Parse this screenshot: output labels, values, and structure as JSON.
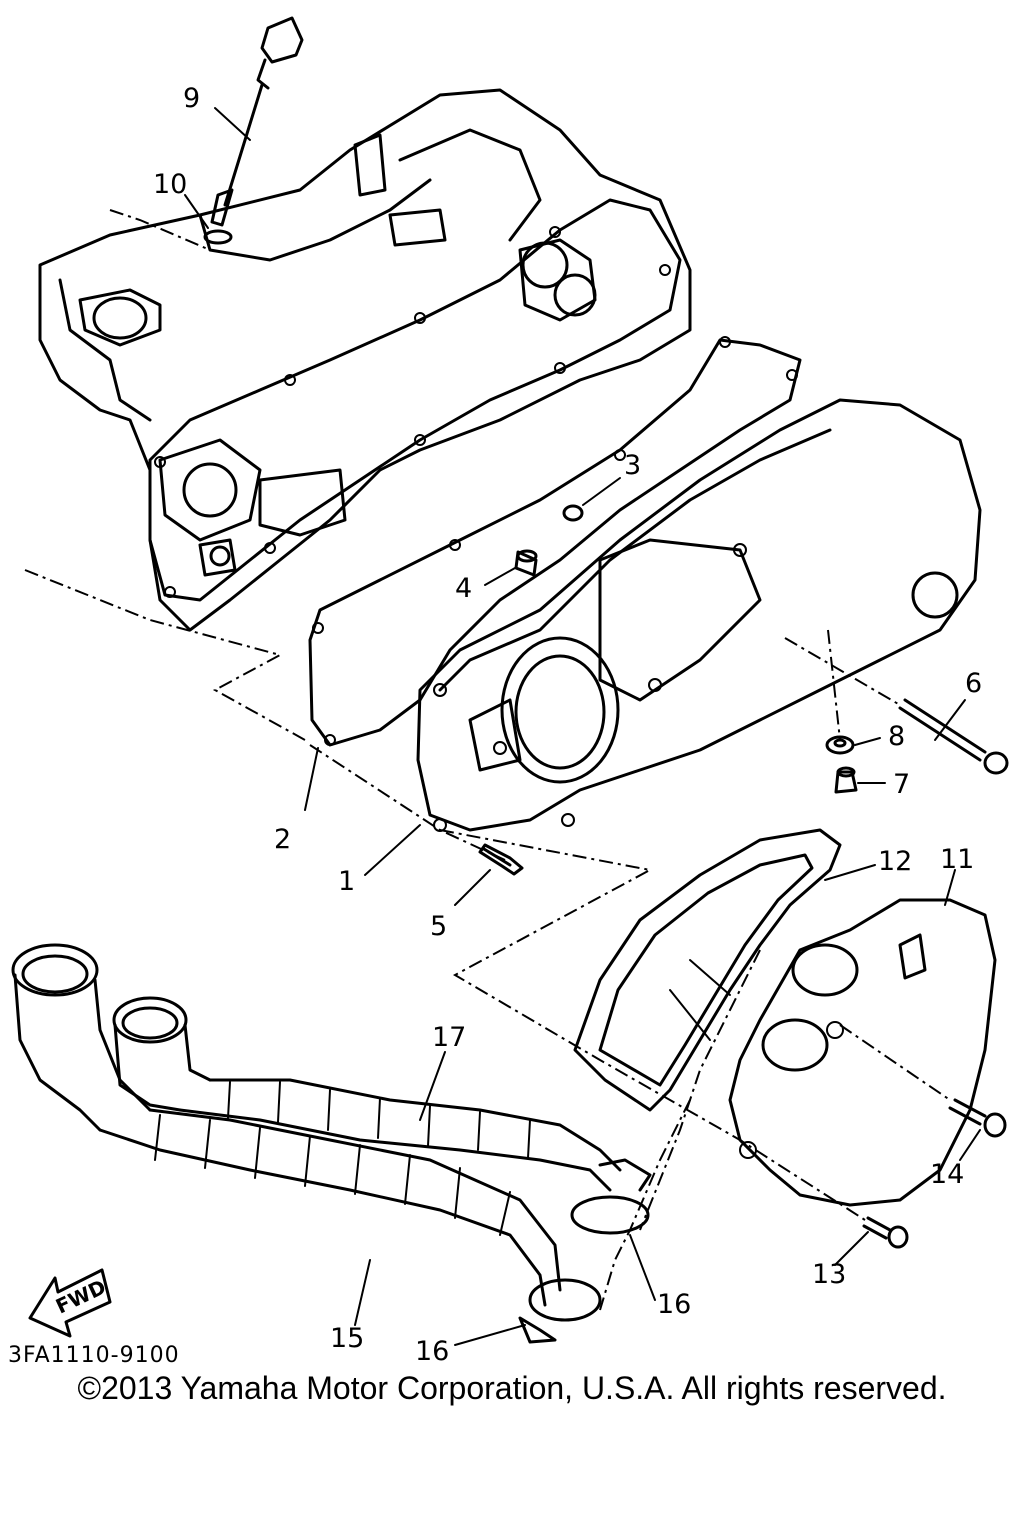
{
  "callouts": [
    {
      "id": "1",
      "label": "1"
    },
    {
      "id": "2",
      "label": "2"
    },
    {
      "id": "3",
      "label": "3"
    },
    {
      "id": "4",
      "label": "4"
    },
    {
      "id": "5",
      "label": "5"
    },
    {
      "id": "6",
      "label": "6"
    },
    {
      "id": "7",
      "label": "7"
    },
    {
      "id": "8",
      "label": "8"
    },
    {
      "id": "9",
      "label": "9"
    },
    {
      "id": "10",
      "label": "10"
    },
    {
      "id": "11",
      "label": "11"
    },
    {
      "id": "12",
      "label": "12"
    },
    {
      "id": "13",
      "label": "13"
    },
    {
      "id": "14",
      "label": "14"
    },
    {
      "id": "15",
      "label": "15"
    },
    {
      "id": "16a",
      "label": "16"
    },
    {
      "id": "16b",
      "label": "16"
    },
    {
      "id": "17",
      "label": "17"
    }
  ],
  "fwd_label": "FWD",
  "diagram_code": "3FA1110-9100",
  "copyright": "©2013 Yamaha Motor Corporation, U.S.A. All rights reserved."
}
